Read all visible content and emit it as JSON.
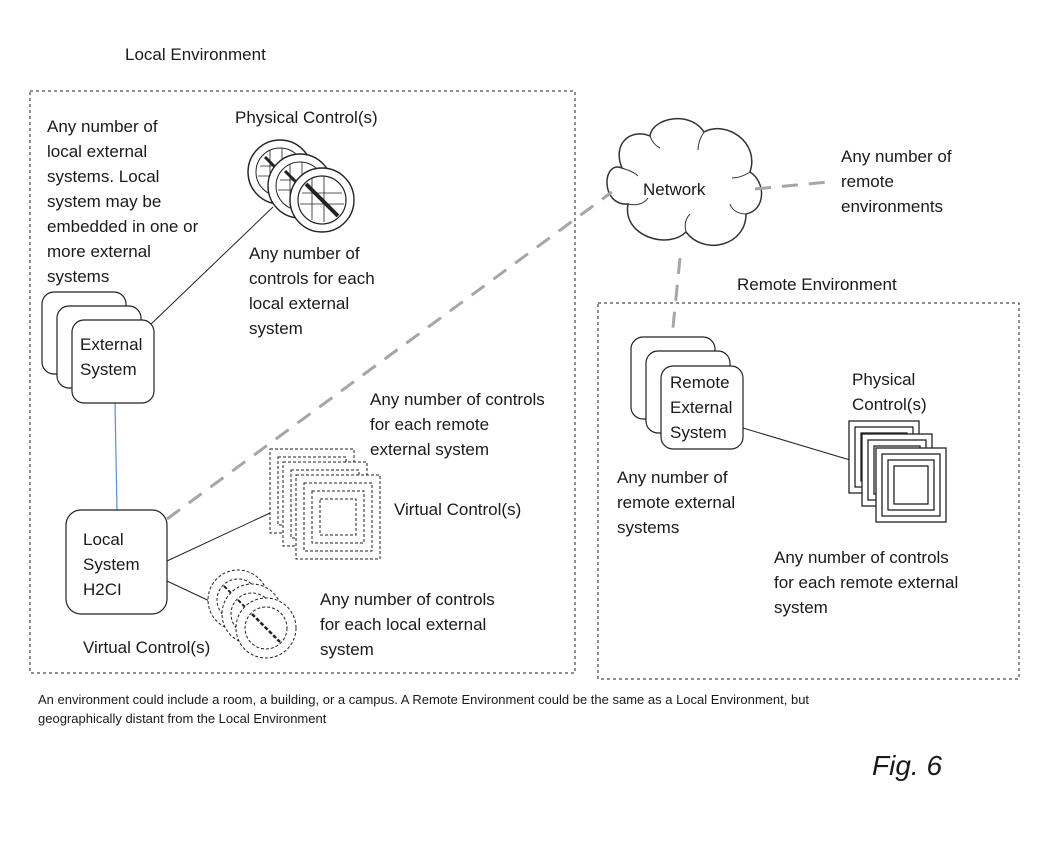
{
  "local_env": {
    "title": "Local Environment",
    "external_systems_note": [
      "Any number of",
      "local external",
      "systems.  Local",
      "system may be",
      "embedded in one or",
      "more external",
      "systems"
    ],
    "physical_controls_title": "Physical Control(s)",
    "physical_controls_note": [
      "Any number of",
      "controls for each",
      "local external",
      "system"
    ],
    "external_system_box": [
      "External",
      "System"
    ],
    "local_system_box": [
      "Local",
      "System",
      "H2CI"
    ],
    "virtual_controls_remote_note": [
      "Any number of controls",
      "for each remote",
      "external system"
    ],
    "virtual_controls_square_label": "Virtual Control(s)",
    "virtual_controls_round_label": "Virtual Control(s)",
    "virtual_controls_local_note": [
      "Any number of controls",
      "for each local external",
      "system"
    ]
  },
  "network": {
    "label": "Network",
    "remote_envs_note": [
      "Any number of",
      "remote",
      "environments"
    ]
  },
  "remote_env": {
    "title": "Remote Environment",
    "remote_system_box": [
      "Remote",
      "External",
      "System"
    ],
    "remote_systems_note": [
      "Any number of",
      "remote external",
      "systems"
    ],
    "physical_controls_title": [
      "Physical",
      "Control(s)"
    ],
    "physical_controls_note": [
      "Any number of controls",
      "for each remote external",
      "system"
    ]
  },
  "footnote": [
    "An environment could include a room, a building, or a campus.  A Remote Environment could be the same as a Local Environment, but",
    "geographically distant from the Local Environment"
  ],
  "figure_label": "Fig. 6"
}
